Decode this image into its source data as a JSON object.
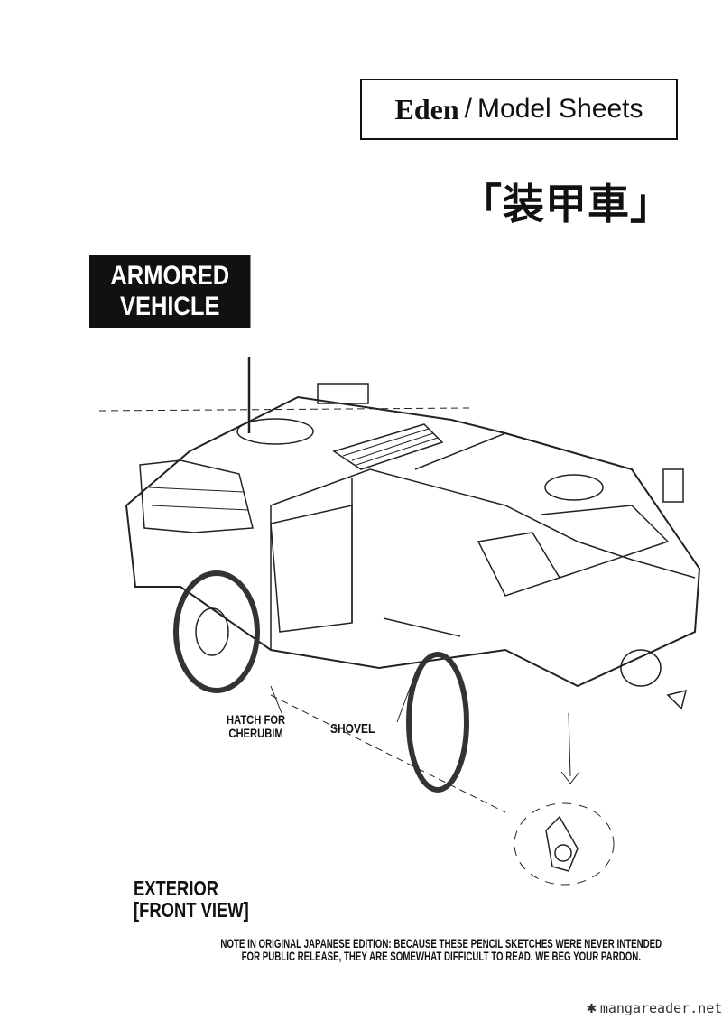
{
  "header": {
    "series": "Eden",
    "separator": "/",
    "section": "Model Sheets"
  },
  "japanese_title": "「装甲車」",
  "subject_label": [
    "ARMORED",
    "VEHICLE"
  ],
  "callouts": {
    "hatch": [
      "HATCH FOR",
      "CHERUBIM"
    ],
    "shovel": "SHOVEL"
  },
  "view_label": [
    "EXTERIOR",
    "[FRONT VIEW]"
  ],
  "note": [
    "NOTE IN ORIGINAL JAPANESE EDITION: BECAUSE THESE PENCIL SKETCHES WERE NEVER INTENDED",
    "FOR PUBLIC RELEASE, THEY ARE SOMEWHAT DIFFICULT TO READ. WE BEG YOUR PARDON."
  ],
  "watermark": "mangareader.net"
}
